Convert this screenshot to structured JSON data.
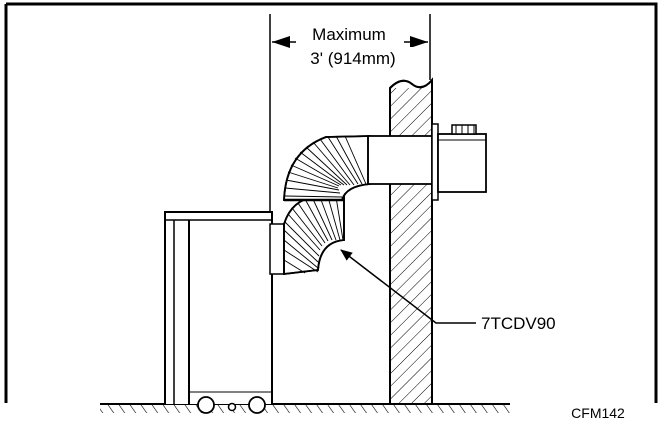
{
  "dimension": {
    "line1": "Maximum",
    "line2": "3' (914mm)"
  },
  "part_label": "7TCDV90",
  "figure_code": "CFM142"
}
